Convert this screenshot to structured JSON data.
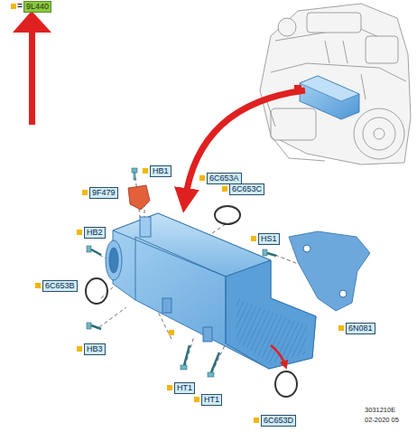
{
  "diagram": {
    "labels": [
      "=",
      "9L440",
      "HB1",
      "6C653A",
      "6C653C",
      "9F479",
      "HB2",
      "HS1",
      "6C653B",
      "6N081",
      "HB3",
      "HT1",
      "HT1",
      "6C653D",
      "3031210E",
      "02-2020 05"
    ]
  }
}
